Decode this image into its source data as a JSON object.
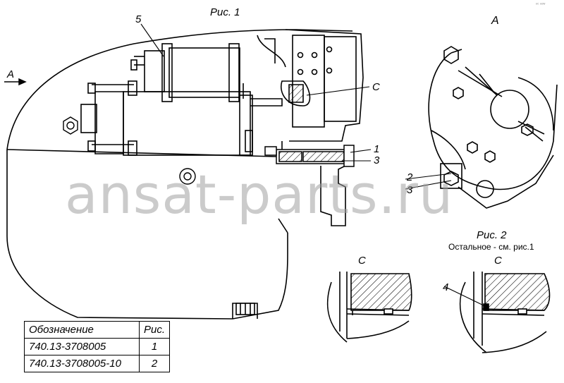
{
  "figure_titles": {
    "fig1": "Рис. 1",
    "view_a": "А",
    "fig2": "Рис. 2",
    "fig2_note": "Остальное - см. рис.1"
  },
  "callouts": {
    "arrow_a": "А",
    "c_main": "С",
    "item_1": "1",
    "item_3a": "3",
    "item_2": "2",
    "item_3b": "3",
    "item_5": "5",
    "item_4": "4",
    "section_c_left": "С",
    "section_c_right": "С"
  },
  "watermark": "ansat-parts.ru",
  "corner_mark": "ⁿᶜ ⁿᵒʷ",
  "spec_table": {
    "headers": [
      "Обозначение",
      "Рис."
    ],
    "rows": [
      [
        "740.13-3708005",
        "1"
      ],
      [
        "740.13-3708005-10",
        "2"
      ]
    ]
  }
}
